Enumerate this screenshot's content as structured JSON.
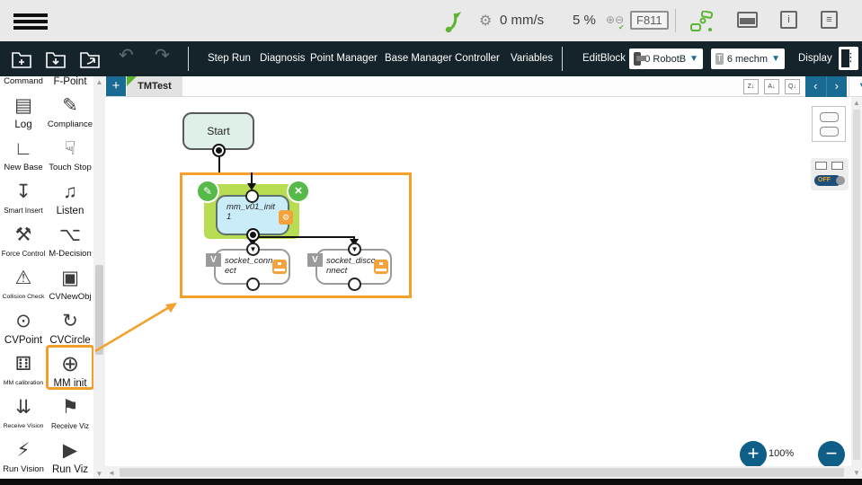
{
  "topbar": {
    "speed_value": "0 mm/s",
    "percent_value": "5 %",
    "frame_badge": "F811",
    "zoom_pair": "⊕⊖",
    "info_glyph": "i",
    "log_glyph": "≡"
  },
  "toolbar": {
    "menu": [
      "Step Run",
      "Diagnosis",
      "Point Manager",
      "Base Manager",
      "Controller",
      "Variables"
    ],
    "editblock_label": "EditBlock",
    "robot_dropdown_value": "0 RobotB",
    "tool_badge": "T",
    "tool_dropdown_value": "6 mechm",
    "display_label": "Display",
    "undo_glyph": "↶",
    "redo_glyph": "↷",
    "caret": "▼"
  },
  "tabbar": {
    "add_label": "+",
    "active_tab": "TMTest",
    "sort_za": "Z↓",
    "sort_az": "A↓",
    "zoom_reset": "Q↓",
    "prev": "‹",
    "next": "›",
    "dropdown_caret": "▼"
  },
  "sidebar": {
    "items": [
      {
        "label": "Command",
        "icon": "",
        "size": "m"
      },
      {
        "label": "F-Point",
        "icon": "",
        "size": "l"
      },
      {
        "label": "Log",
        "icon": "▤",
        "size": "l"
      },
      {
        "label": "Compliance",
        "icon": "✎",
        "size": "m"
      },
      {
        "label": "New Base",
        "icon": "∟",
        "size": "m"
      },
      {
        "label": "Touch Stop",
        "icon": "☟",
        "size": "m"
      },
      {
        "label": "Smart Insert",
        "icon": "↧",
        "size": "s"
      },
      {
        "label": "Listen",
        "icon": "♫",
        "size": "l"
      },
      {
        "label": "Force Control",
        "icon": "⚒",
        "size": "s"
      },
      {
        "label": "M-Decision",
        "icon": "⌥",
        "size": "m"
      },
      {
        "label": "Collision Check",
        "icon": "⚠",
        "size": "xs"
      },
      {
        "label": "CVNewObj",
        "icon": "▣",
        "size": "m"
      },
      {
        "label": "CVPoint",
        "icon": "⊙",
        "size": "l"
      },
      {
        "label": "CVCircle",
        "icon": "↻",
        "size": "l"
      },
      {
        "label": "MM calibration",
        "icon": "⚅",
        "size": "xs"
      },
      {
        "label": "MM init",
        "icon": "⊕",
        "size": "l",
        "highlighted": true
      },
      {
        "label": "Receive Vision",
        "icon": "⇊",
        "size": "xs"
      },
      {
        "label": "Receive Viz",
        "icon": "⚑",
        "size": "s"
      },
      {
        "label": "Run Vision",
        "icon": "⚡",
        "size": "m"
      },
      {
        "label": "Run Viz",
        "icon": "▶",
        "size": "l"
      }
    ]
  },
  "canvas": {
    "start_label": "Start",
    "mm_node": {
      "line1": "mm_v01_init",
      "line2": "1"
    },
    "socket_connect": {
      "badge": "V",
      "line1": "socket_conn",
      "line2": "ect"
    },
    "socket_disconnect": {
      "badge": "V",
      "line1": "socket_disco",
      "line2": "nnect"
    },
    "edit_glyph": "✎",
    "close_glyph": "×",
    "zoom_level": "100%",
    "zoom_in": "+",
    "zoom_out": "−",
    "port_arrow": "▼"
  },
  "right_panel": {
    "toggle_label": "OFF"
  },
  "colors": {
    "accent_orange": "#F5A02A",
    "accent_green": "#5CB531",
    "accent_teal": "#1A6B94",
    "toolbar_dark": "#15232B",
    "node_blue": "#C9ECF8",
    "selection_lime": "#B8DD52",
    "start_fill": "#DEF0E8"
  }
}
